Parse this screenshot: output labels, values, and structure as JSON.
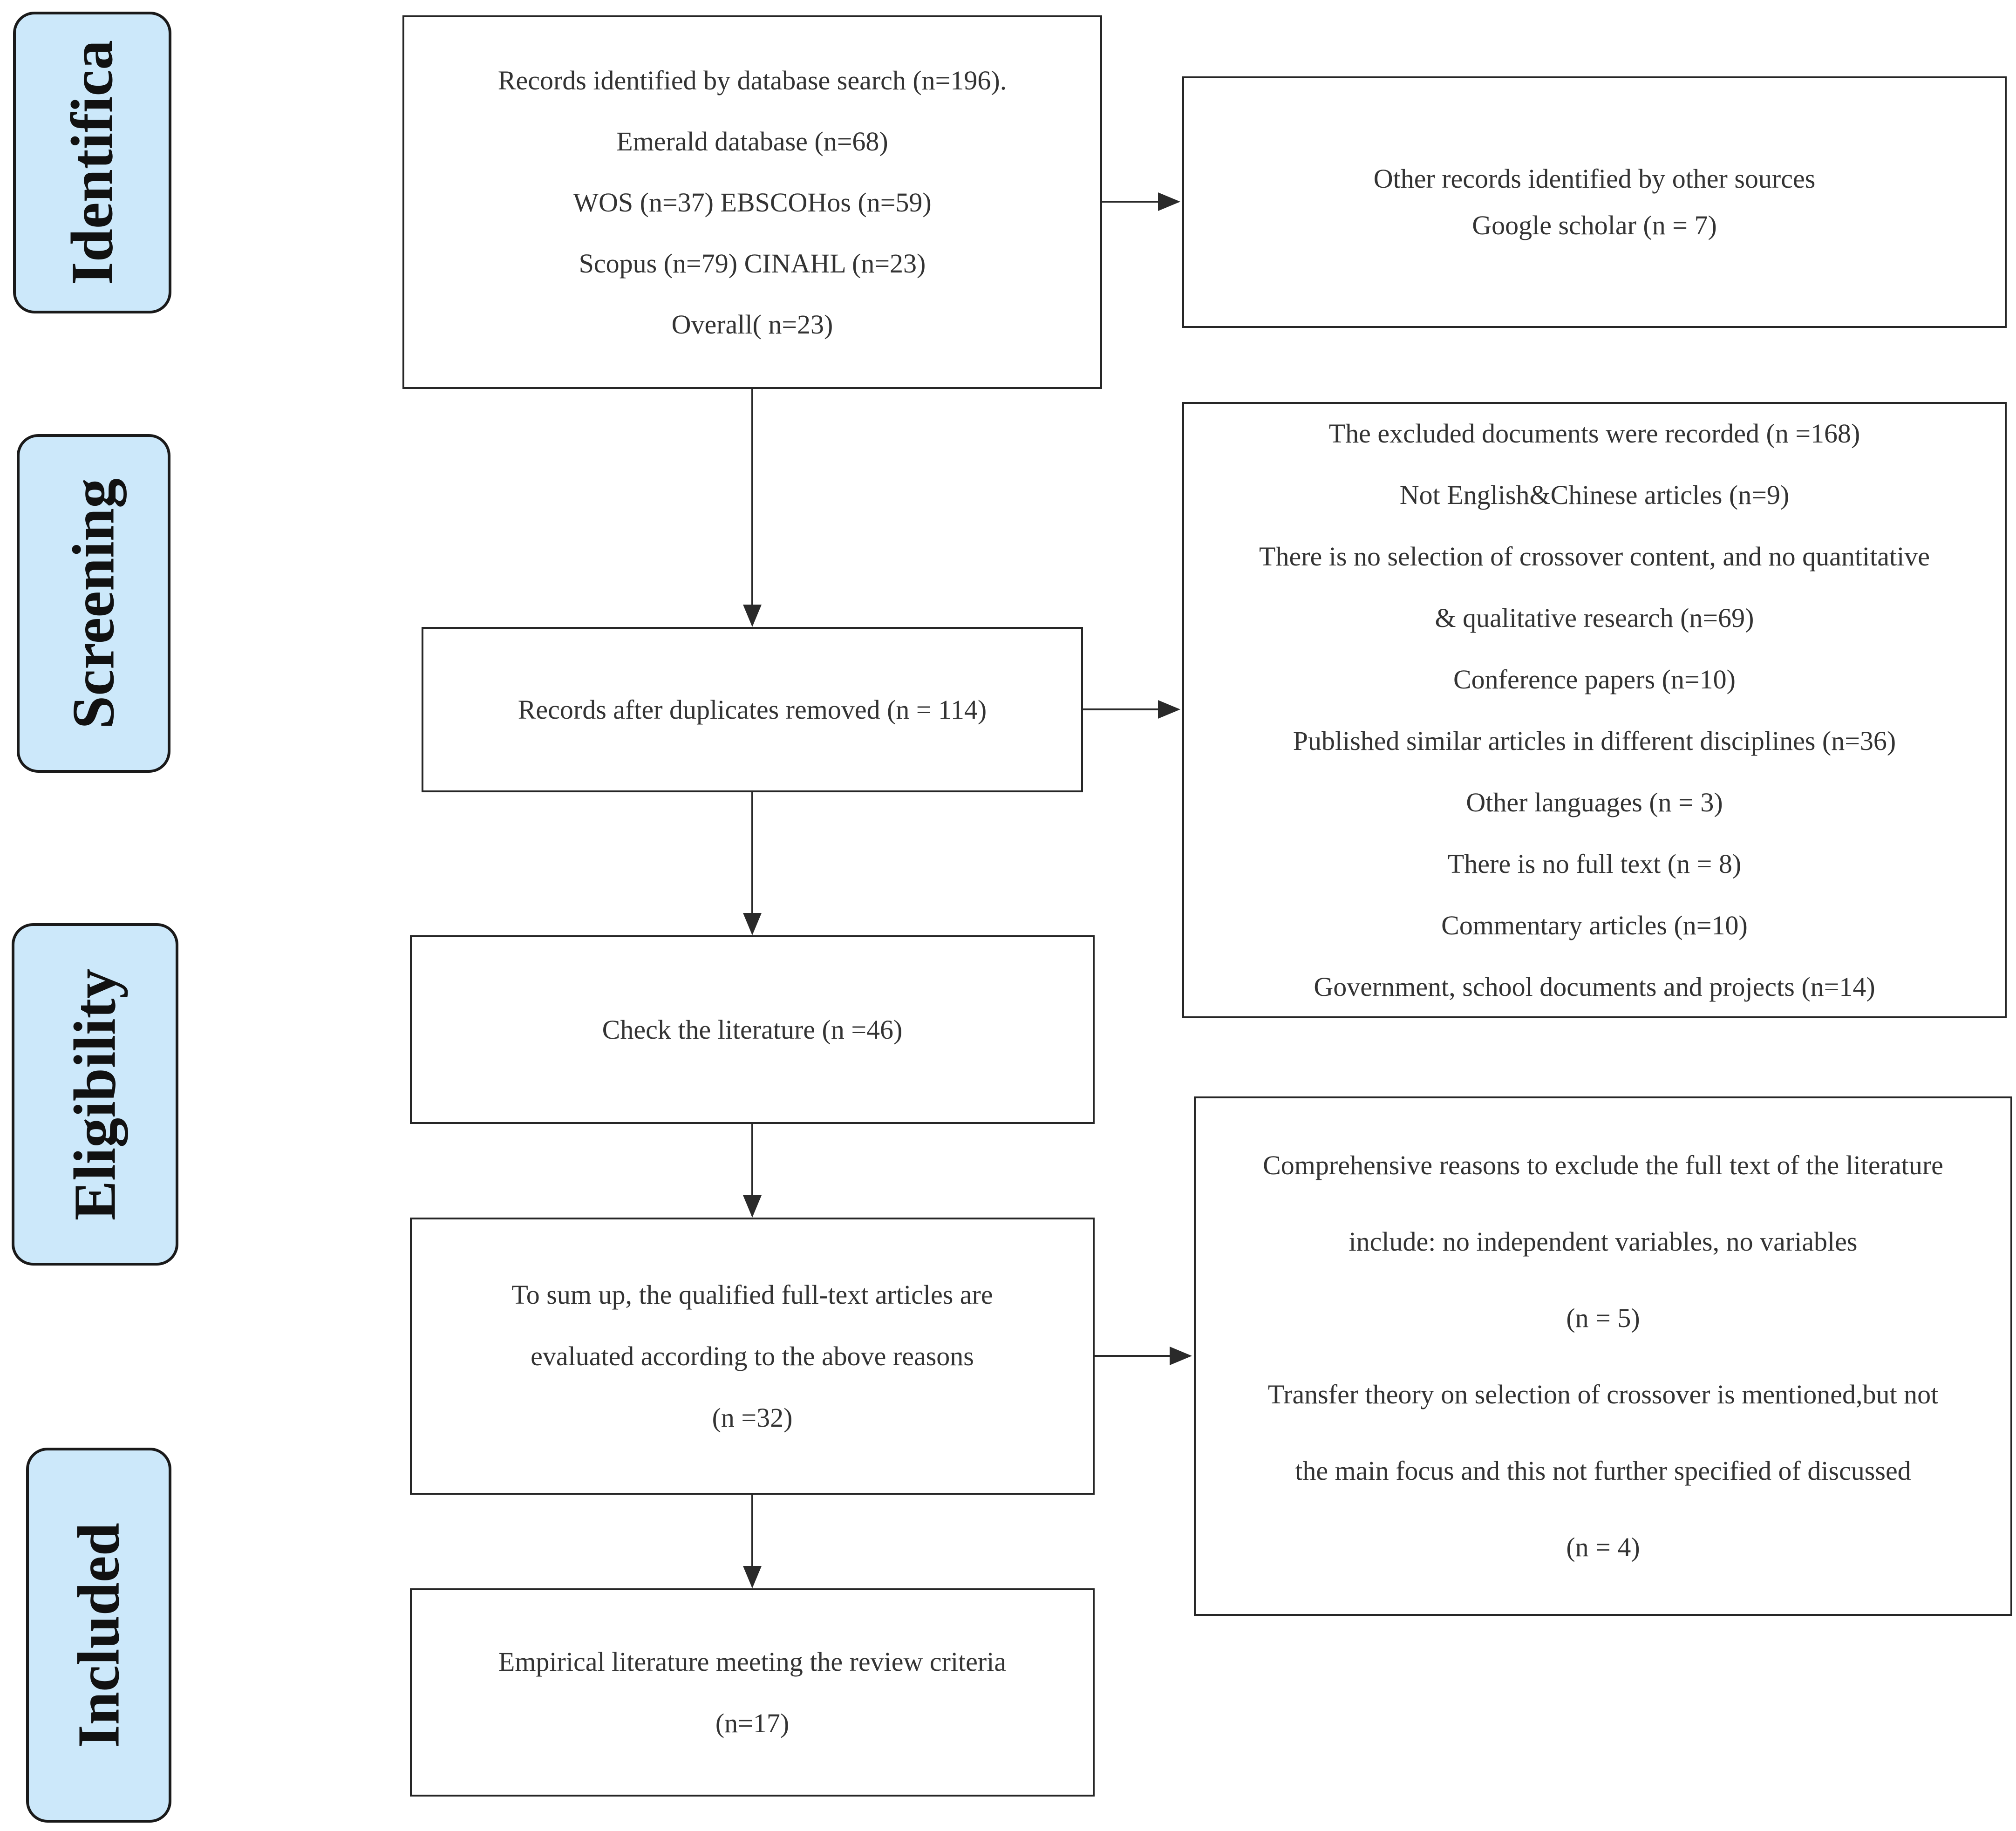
{
  "phases": {
    "identification": "Identifica",
    "screening": "Screening",
    "eligibility": "Eligibility",
    "included": "Included"
  },
  "boxes": {
    "identified": [
      "Records identified by database search (n=196).",
      "Emerald database (n=68)",
      "WOS (n=37) EBSCOHos (n=59)",
      "Scopus (n=79) CINAHL (n=23)",
      "Overall( n=23)"
    ],
    "other_sources": [
      "Other records identified by other sources",
      "Google scholar (n = 7)"
    ],
    "excluded": [
      "The excluded documents were recorded (n =168)",
      "Not English&Chinese articles (n=9)",
      "There is no selection of crossover content, and no quantitative",
      "& qualitative research (n=69)",
      "Conference papers (n=10)",
      "Published similar articles in different disciplines (n=36)",
      "Other languages (n = 3)",
      "There is no full text (n = 8)",
      "Commentary articles (n=10)",
      "Government, school documents and projects (n=14)"
    ],
    "duplicates_removed": [
      "Records after duplicates removed (n = 114)"
    ],
    "check_literature": [
      "Check the literature (n =46)"
    ],
    "qualified": [
      "To sum up, the qualified full-text articles are",
      "evaluated according to the above reasons",
      "(n =32)"
    ],
    "fulltext_excluded": [
      "Comprehensive reasons to exclude the full text of the literature",
      "include: no independent variables, no variables",
      "(n = 5)",
      "Transfer theory on selection of crossover is mentioned,but not",
      "the main focus and this not further specified of discussed",
      "(n = 4)"
    ],
    "included": [
      "Empirical literature meeting the review criteria",
      "(n=17)"
    ]
  }
}
